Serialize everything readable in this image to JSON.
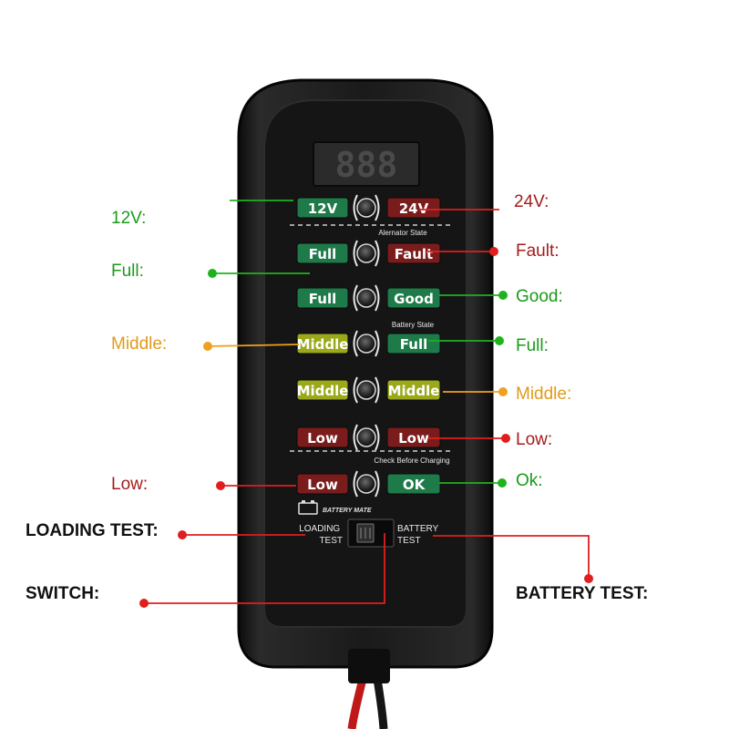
{
  "device": {
    "display_digits": "888",
    "brand": "BATTERY MATE",
    "section_labels": {
      "alternator": "Alernator State",
      "battery": "Battery State",
      "charging": "Check Before Charging"
    },
    "switch_left_label": [
      "LOADING",
      "TEST"
    ],
    "switch_right_label": [
      "BATTERY",
      "TEST"
    ],
    "rows": [
      {
        "left": "12V",
        "left_color": "green",
        "right": "24V",
        "right_color": "red"
      },
      {
        "left": "Full",
        "left_color": "green",
        "right": "Fault",
        "right_color": "red"
      },
      {
        "left": "Full",
        "left_color": "green",
        "right": "Good",
        "right_color": "green"
      },
      {
        "left": "Middle",
        "left_color": "yellow",
        "right": "Full",
        "right_color": "green"
      },
      {
        "left": "Middle",
        "left_color": "yellow",
        "right": "Middle",
        "right_color": "yellow"
      },
      {
        "left": "Low",
        "left_color": "red",
        "right": "Low",
        "right_color": "red"
      },
      {
        "left": "Low",
        "left_color": "red",
        "right": "OK",
        "right_color": "green"
      }
    ]
  },
  "callouts": {
    "left": [
      {
        "label": "12V:",
        "color": "#1a9a1a"
      },
      {
        "label": "Full:",
        "color": "#1a9a1a"
      },
      {
        "label": "Middle:",
        "color": "#e09a1a"
      },
      {
        "label": "Low:",
        "color": "#a51c1c"
      }
    ],
    "right": [
      {
        "label": "24V:",
        "color": "#a51c1c"
      },
      {
        "label": "Fault:",
        "color": "#a51c1c"
      },
      {
        "label": "Good:",
        "color": "#1a9a1a"
      },
      {
        "label": "Full:",
        "color": "#1a9a1a"
      },
      {
        "label": "Middle:",
        "color": "#e09a1a"
      },
      {
        "label": "Low:",
        "color": "#a51c1c"
      },
      {
        "label": "Ok:",
        "color": "#1a9a1a"
      }
    ],
    "bottom": [
      {
        "label": "LOADING TEST:"
      },
      {
        "label": "SWITCH:"
      },
      {
        "label": "BATTERY TEST:"
      }
    ]
  },
  "colors": {
    "green": "#1f7a4a",
    "red": "#7a1c1c",
    "yellow": "#9aa81a",
    "line_red": "#e01e1e",
    "line_green": "#1fb21f",
    "line_orange": "#f0a020"
  }
}
